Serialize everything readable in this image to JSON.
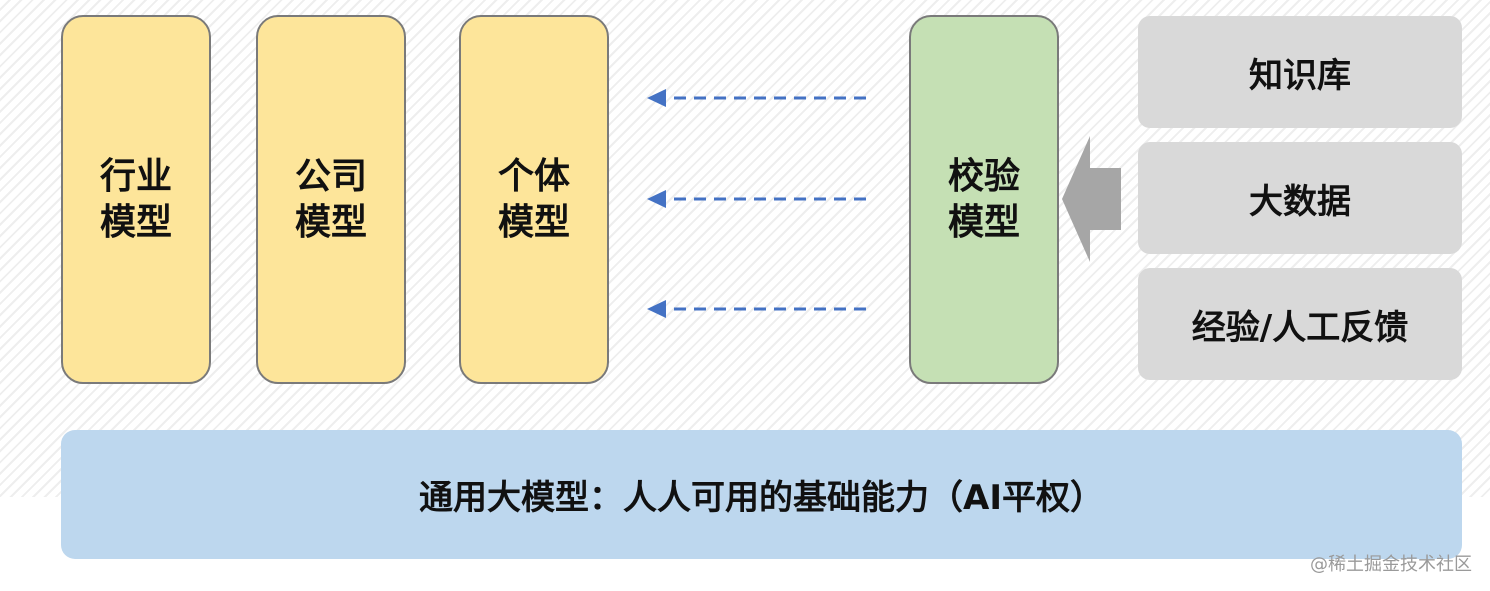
{
  "models": [
    {
      "line1": "行业",
      "line2": "模型"
    },
    {
      "line1": "公司",
      "line2": "模型"
    },
    {
      "line1": "个体",
      "line2": "模型"
    }
  ],
  "validator": {
    "line1": "校验",
    "line2": "模型"
  },
  "sources": [
    "知识库",
    "大数据",
    "经验/人工反馈"
  ],
  "base": "通用大模型：人人可用的基础能力（AI平权）",
  "watermark": "@稀土掘金技术社区",
  "colors": {
    "model_fill": "#fde59a",
    "validator_fill": "#c5e0b4",
    "source_fill": "#d9d9d9",
    "base_fill": "#bdd7ee",
    "arrow_dashed": "#4472c4",
    "arrow_block": "#a6a6a6"
  }
}
